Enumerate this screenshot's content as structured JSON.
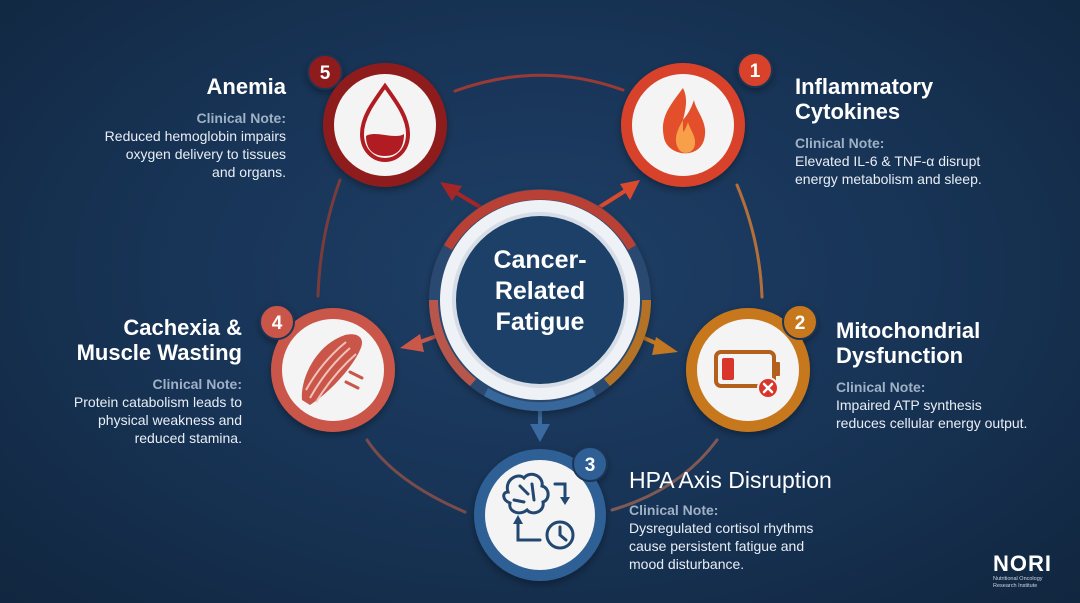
{
  "center": {
    "line1": "Cancer-",
    "line2": "Related",
    "line3": "Fatigue"
  },
  "nodes": [
    {
      "number": "1",
      "title_line1": "Inflammatory",
      "title_line2": "Cytokines",
      "note_label": "Clinical Note:",
      "note_line1": "Elevated IL-6 & TNF-α disrupt",
      "note_line2": "energy metabolism and sleep.",
      "color": "#e0472b",
      "icon": "flame-icon"
    },
    {
      "number": "2",
      "title_line1": "Mitochondrial",
      "title_line2": "Dysfunction",
      "note_label": "Clinical Note:",
      "note_line1": "Impaired ATP synthesis",
      "note_line2": "reduces cellular energy output.",
      "color": "#c8781e",
      "icon": "low-battery-icon"
    },
    {
      "number": "3",
      "title_line1": "HPA Axis Disruption",
      "note_label": "Clinical Note:",
      "note_line1": "Dysregulated cortisol rhythms",
      "note_line2": "cause persistent fatigue and",
      "note_line3": "mood disturbance.",
      "color": "#3a6aa0",
      "icon": "brain-clock-icon"
    },
    {
      "number": "4",
      "title_line1": "Cachexia &",
      "title_line2": "Muscle Wasting",
      "note_label": "Clinical Note:",
      "note_line1": "Protein catabolism leads to",
      "note_line2": "physical weakness and",
      "note_line3": "reduced stamina.",
      "color": "#c9574a",
      "icon": "muscle-icon"
    },
    {
      "number": "5",
      "title_line1": "Anemia",
      "note_label": "Clinical Note:",
      "note_line1": "Reduced hemoglobin impairs",
      "note_line2": "oxygen delivery to tissues",
      "note_line3": "and organs.",
      "color": "#9a1f1f",
      "icon": "blood-drop-icon"
    }
  ],
  "logo": {
    "mark": "NORI",
    "sub_line1": "Nutritional Oncology",
    "sub_line2": "Research Institute"
  }
}
